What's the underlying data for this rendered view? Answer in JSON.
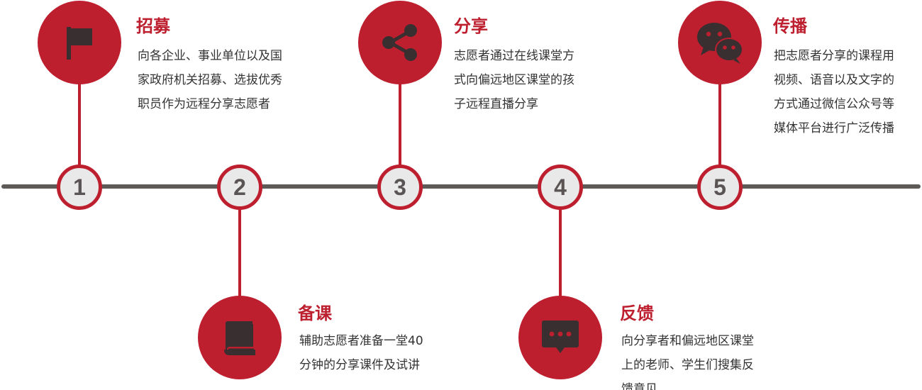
{
  "colors": {
    "accent": "#bd1f2f",
    "timeline": "#5e5a57",
    "number_fill": "#e9e9e9",
    "number_text": "#5a5554",
    "icon_glyph": "#3a2f30",
    "text": "#333333"
  },
  "steps": [
    {
      "number": "1",
      "title": "招募",
      "icon": "flag-icon",
      "desc_lines": [
        "向各企业、事业单位以及国",
        "家政府机关招募、选拔优秀",
        "职员作为远程分享志愿者"
      ]
    },
    {
      "number": "2",
      "title": "备课",
      "icon": "book-icon",
      "desc_lines": [
        "辅助志愿者准备一堂40",
        "分钟的分享课件及试讲"
      ]
    },
    {
      "number": "3",
      "title": "分享",
      "icon": "share-icon",
      "desc_lines": [
        "志愿者通过在线课堂方",
        "式向偏远地区课堂的孩",
        "子远程直播分享"
      ]
    },
    {
      "number": "4",
      "title": "反馈",
      "icon": "chat-bubble-icon",
      "desc_lines": [
        "向分享者和偏远地区课堂",
        "上的老师、学生们搜集反",
        "馈意见"
      ]
    },
    {
      "number": "5",
      "title": "传播",
      "icon": "wechat-icon",
      "desc_lines": [
        "把志愿者分享的课程用",
        "视频、语音以及文字的",
        "方式通过微信公众号等",
        "媒体平台进行广泛传播"
      ]
    }
  ]
}
